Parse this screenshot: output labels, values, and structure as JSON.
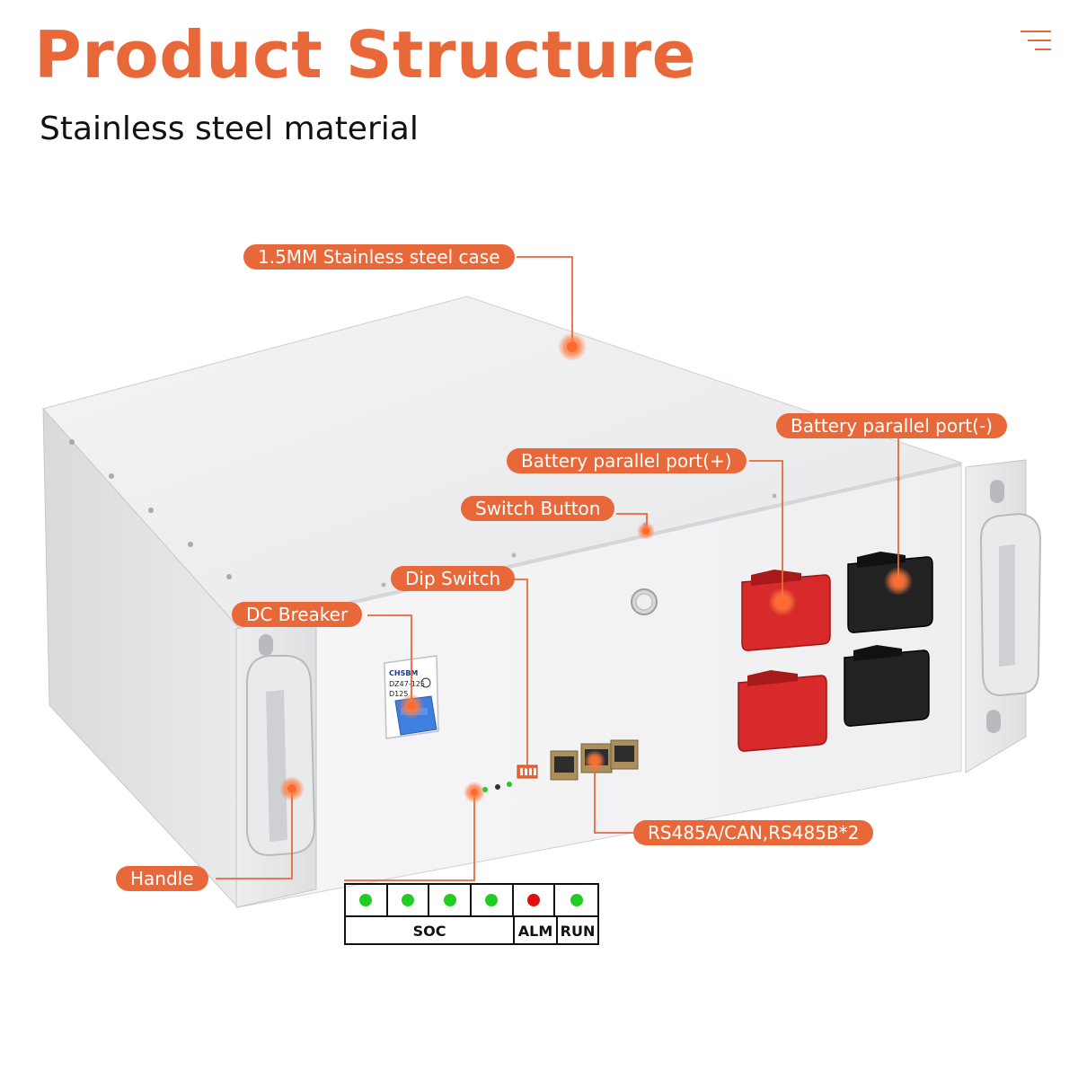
{
  "header": {
    "title": "Product Structure",
    "subtitle": "Stainless steel material"
  },
  "colors": {
    "accent": "#e8683a",
    "led_green": "#22cc22",
    "led_red": "#e01010",
    "terminal_positive": "#d82a2a",
    "terminal_negative": "#222222",
    "breaker_switch": "#3f7fe0"
  },
  "callouts": {
    "case": "1.5MM Stainless steel case",
    "parallel_negative": "Battery parallel port(-)",
    "parallel_positive": "Battery parallel port(+)",
    "switch_button": "Switch Button",
    "dip_switch": "Dip Switch",
    "dc_breaker": "DC Breaker",
    "handle": "Handle",
    "comm_ports": "RS485A/CAN,RS485B*2"
  },
  "breaker_text": {
    "brand": "CHSBM",
    "model": "DZ47-125",
    "rating": "D125"
  },
  "led_indicator": {
    "leds": [
      {
        "color": "green"
      },
      {
        "color": "green"
      },
      {
        "color": "green"
      },
      {
        "color": "green"
      },
      {
        "color": "red"
      },
      {
        "color": "green"
      }
    ],
    "labels": {
      "soc": "SOC",
      "alm": "ALM",
      "run": "RUN"
    }
  }
}
